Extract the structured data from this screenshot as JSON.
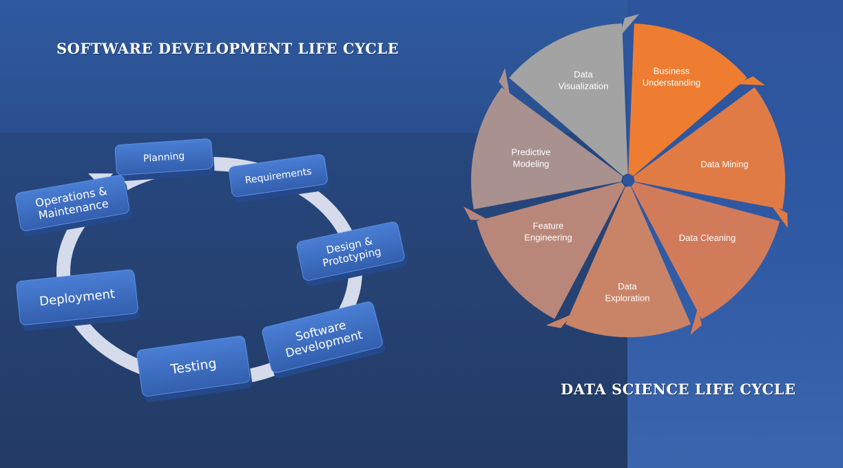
{
  "sdlc": {
    "title": "SOFTWARE DEVELOPMENT LIFE CYCLE",
    "steps": [
      {
        "lines": [
          "Planning"
        ]
      },
      {
        "lines": [
          "Requirements"
        ]
      },
      {
        "lines": [
          "Design &",
          "Prototyping"
        ]
      },
      {
        "lines": [
          "Software",
          "Development"
        ]
      },
      {
        "lines": [
          "Testing"
        ]
      },
      {
        "lines": [
          "Deployment"
        ]
      },
      {
        "lines": [
          "Operations &",
          "Maintenance"
        ]
      }
    ]
  },
  "dslc": {
    "title": "DATA SCIENCE LIFE CYCLE",
    "segments": [
      {
        "lines": [
          "Business",
          "Understanding"
        ],
        "color": "#ee7d31"
      },
      {
        "lines": [
          "Data Mining"
        ],
        "color": "#e17b45"
      },
      {
        "lines": [
          "Data Cleaning"
        ],
        "color": "#d27b5b"
      },
      {
        "lines": [
          "Data",
          "Exploration"
        ],
        "color": "#c98468"
      },
      {
        "lines": [
          "Feature",
          "Engineering"
        ],
        "color": "#b8877a"
      },
      {
        "lines": [
          "Predictive",
          "Modeling"
        ],
        "color": "#a99190"
      },
      {
        "lines": [
          "Data",
          "Visualization"
        ],
        "color": "#a3a3a3"
      }
    ]
  },
  "colors": {
    "box_fill": "#3a6cc4",
    "ring": "#d5dbea"
  }
}
